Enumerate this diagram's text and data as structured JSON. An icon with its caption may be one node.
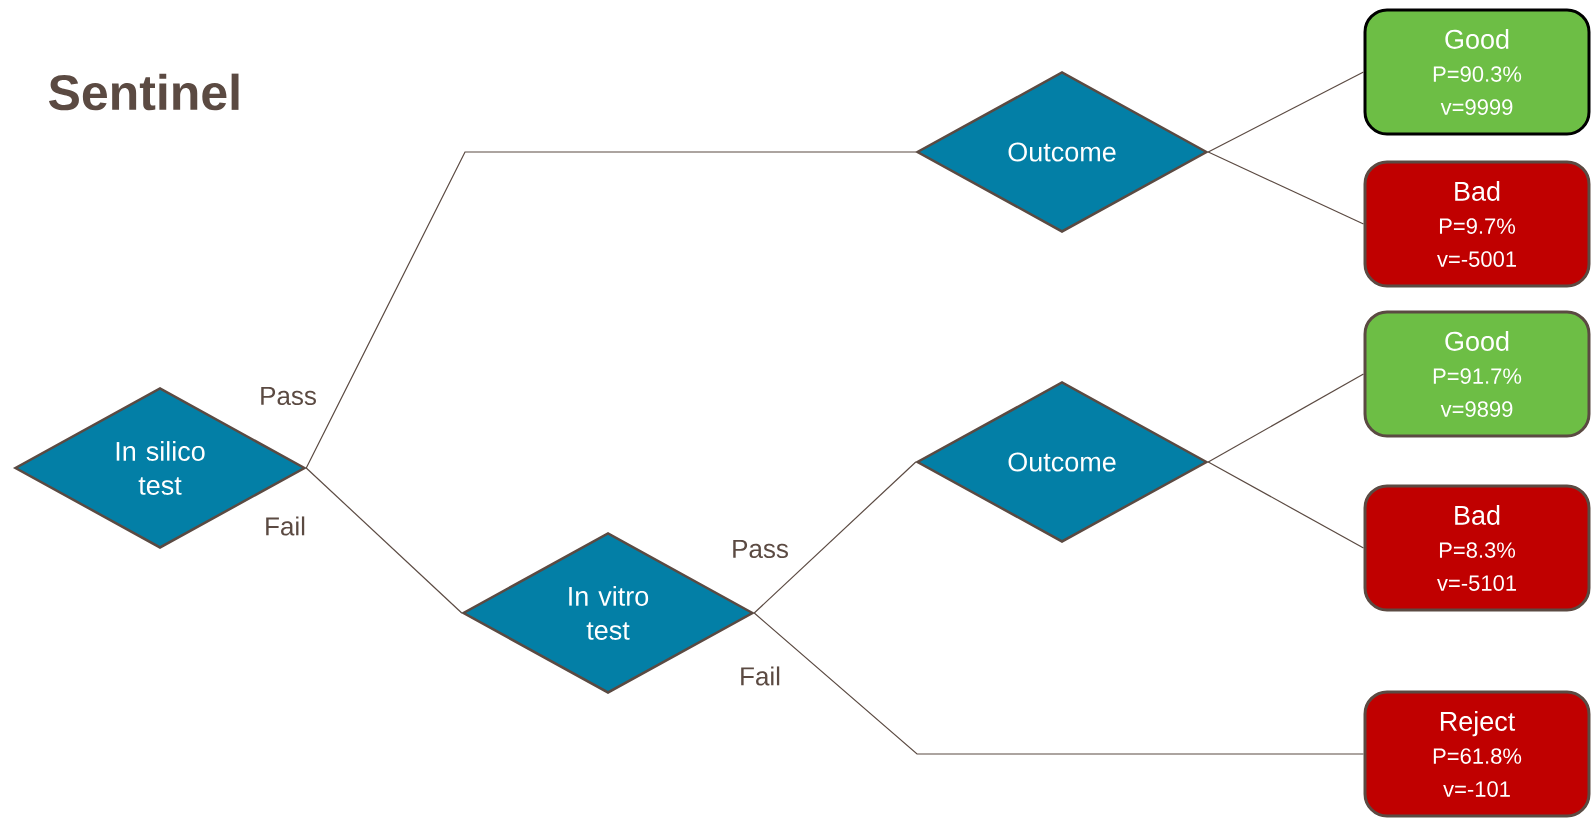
{
  "diagram": {
    "title": "Sentinel",
    "nodes": [
      {
        "text": [
          "In silico test"
        ]
      },
      {
        "text": [
          "Outcome"
        ]
      },
      {
        "text": [
          "Good",
          "P=90.3%",
          "v=9999"
        ]
      },
      {
        "text": [
          "Bad",
          "P=9.7%",
          "v=-5001"
        ]
      },
      {
        "text": [
          "In vitro test"
        ]
      },
      {
        "text": [
          "Outcome"
        ]
      },
      {
        "text": [
          "Good",
          "P=91.7%",
          "v=9899"
        ]
      },
      {
        "text": [
          "Bad",
          "P=8.3%",
          "v=-5101"
        ]
      },
      {
        "text": [
          "Reject",
          "P=61.8%",
          "v=-101"
        ]
      }
    ],
    "edges": [
      {
        "from": 0,
        "to": 1,
        "arrow": "none",
        "label": "Pass"
      },
      {
        "from": 1,
        "to": 2,
        "arrow": "none"
      },
      {
        "from": 1,
        "to": 3,
        "arrow": "none"
      },
      {
        "from": 0,
        "to": 4,
        "arrow": "none",
        "label": "Fail"
      },
      {
        "from": 4,
        "to": 5,
        "arrow": "none",
        "label": "Pass"
      },
      {
        "from": 5,
        "to": 6,
        "arrow": "none"
      },
      {
        "from": 5,
        "to": 7,
        "arrow": "none"
      },
      {
        "from": 4,
        "to": 8,
        "arrow": "none",
        "label": "Fail"
      }
    ]
  }
}
